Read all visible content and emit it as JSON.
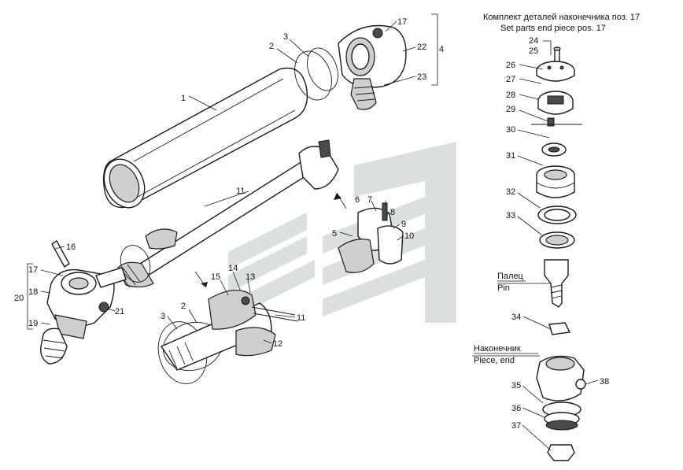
{
  "kit_caption": {
    "ru": "Комплект деталей наконечника поз. 17",
    "en": "Set parts end piece pos. 17"
  },
  "pin_caption": {
    "ru": "Палец",
    "en": "Pin"
  },
  "end_caption": {
    "ru": "Наконечник",
    "en": "Piece, end"
  },
  "labels": {
    "p1": "1",
    "p2": "2",
    "p3": "3",
    "p4": "4",
    "p17a": "17",
    "p22": "22",
    "p23": "23",
    "p11a": "11",
    "p6": "6",
    "p7": "7",
    "p8": "8",
    "p5": "5",
    "p9": "9",
    "p10": "10",
    "p16": "16",
    "p17b": "17",
    "p20": "20",
    "p18": "18",
    "p19": "19",
    "p21": "21",
    "p15": "15",
    "p14": "14",
    "p13": "13",
    "p2b": "2",
    "p3b": "3",
    "p11b": "11",
    "p12": "12",
    "p24": "24",
    "p25": "25",
    "p26": "26",
    "p27": "27",
    "p28": "28",
    "p29": "29",
    "p30": "30",
    "p31": "31",
    "p32": "32",
    "p33": "33",
    "p34": "34",
    "p35": "35",
    "p36": "36",
    "p37": "37",
    "p38": "38"
  }
}
